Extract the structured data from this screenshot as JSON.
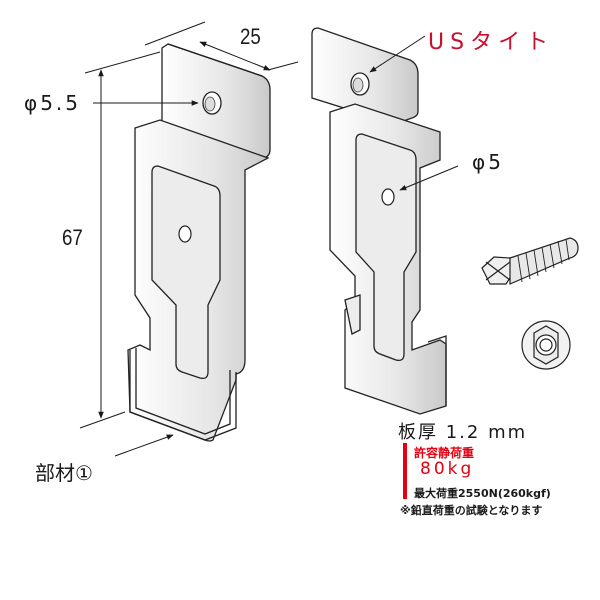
{
  "dimensions": {
    "width": "25",
    "height": "67",
    "hole_left": "φ5.5",
    "hole_right": "φ5"
  },
  "labels": {
    "product_name": "USタイト",
    "part": "部材①"
  },
  "specs": {
    "thickness": "板厚 1.2 mm",
    "allowable_static_load_label": "許容静荷重",
    "allowable_static_load_value": "80kg",
    "max_load": "最大荷重2550N(260kgf)",
    "note": "※鉛直荷重の試験となります"
  },
  "colors": {
    "accent_red": "#e60012",
    "product_red": "#c8102e",
    "line": "#1a1a1a"
  }
}
